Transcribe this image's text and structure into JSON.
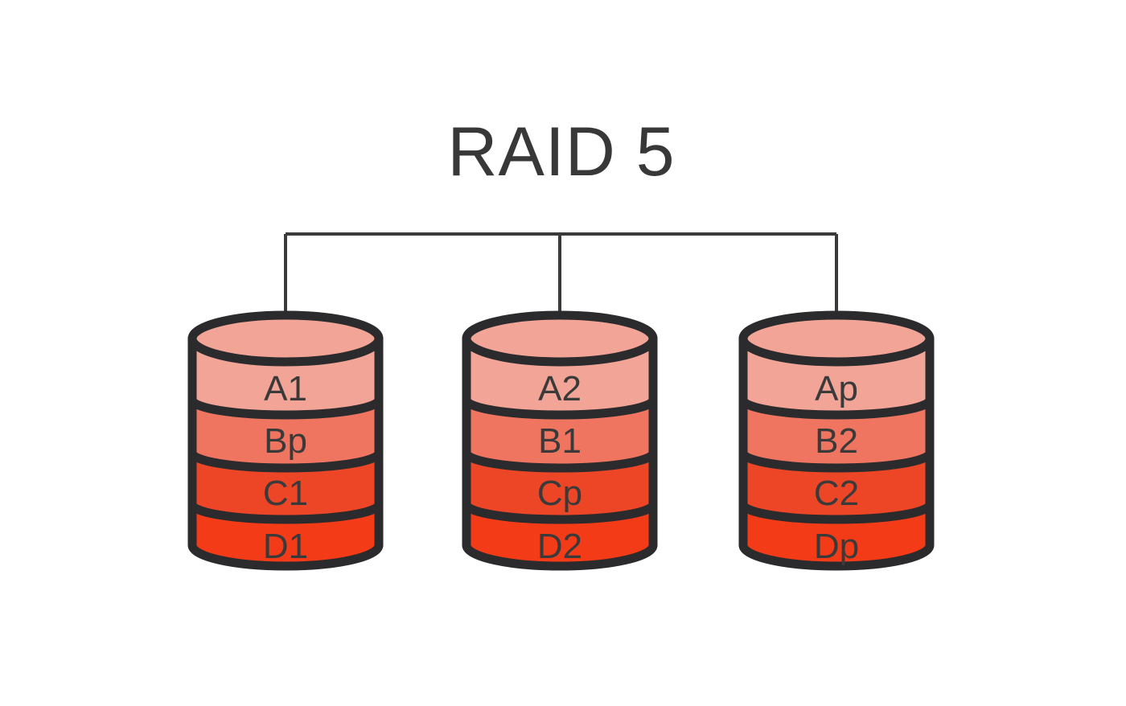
{
  "title": "RAID 5",
  "palette": {
    "background": "#ffffff",
    "outline": "#2b2b2d",
    "connector": "#3a3a3a",
    "title_text": "#383838",
    "label_text": "#3a3a3a",
    "blocks": [
      "#f2a497",
      "#ef7561",
      "#ec4627",
      "#f43b17"
    ]
  },
  "disks": [
    {
      "id": "disk-1",
      "blocks": [
        "A1",
        "Bp",
        "C1",
        "D1"
      ]
    },
    {
      "id": "disk-2",
      "blocks": [
        "A2",
        "B1",
        "Cp",
        "D2"
      ]
    },
    {
      "id": "disk-3",
      "blocks": [
        "Ap",
        "B2",
        "C2",
        "Dp"
      ]
    }
  ]
}
